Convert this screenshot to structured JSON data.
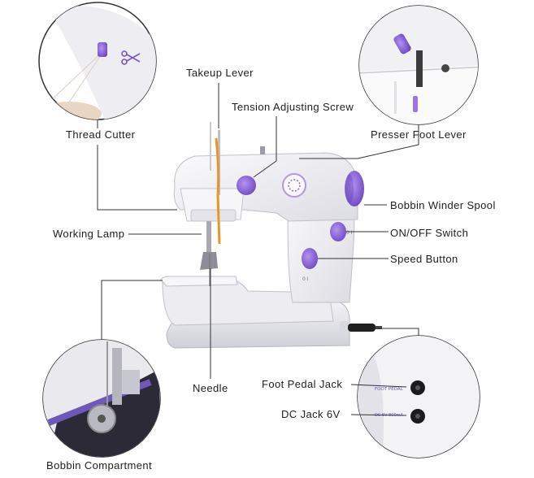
{
  "labels": {
    "takeup_lever": "Takeup Lever",
    "tension_screw": "Tension Adjusting Screw",
    "thread_cutter": "Thread Cutter",
    "presser_foot_lever": "Presser Foot Lever",
    "bobbin_winder_spool": "Bobbin Winder Spool",
    "working_lamp": "Working Lamp",
    "on_off_switch": "ON/OFF Switch",
    "speed_button": "Speed Button",
    "needle": "Needle",
    "foot_pedal_jack": "Foot Pedal Jack",
    "dc_jack": "DC Jack 6V",
    "bobbin_compartment": "Bobbin Compartment"
  },
  "panel_print": {
    "foot_pedal": "FOOT PEDAL",
    "dc_spec": "DC 6V 800mA"
  },
  "colors": {
    "accent_purple": "#8a63d2",
    "machine_white": "#f2f2f5",
    "thread_orange": "#e8962a",
    "leader_line": "#333333"
  }
}
